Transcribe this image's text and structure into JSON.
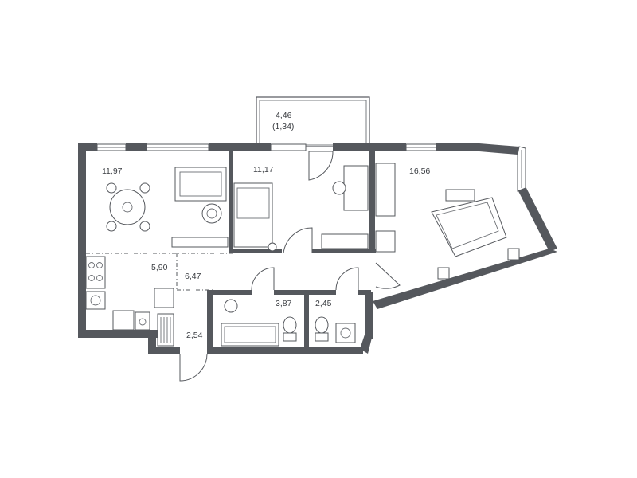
{
  "rooms": {
    "balcony_area": "4,46",
    "balcony_reduced": "(1,34)",
    "living_kitchen": "11,97",
    "bedroom_small": "11,17",
    "bedroom_large": "16,56",
    "kitchen": "5,90",
    "hall": "6,47",
    "bathroom": "3,87",
    "toilet": "2,45",
    "entrance": "2,54"
  },
  "colors": {
    "wall": "#55585d",
    "background": "#ffffff"
  }
}
